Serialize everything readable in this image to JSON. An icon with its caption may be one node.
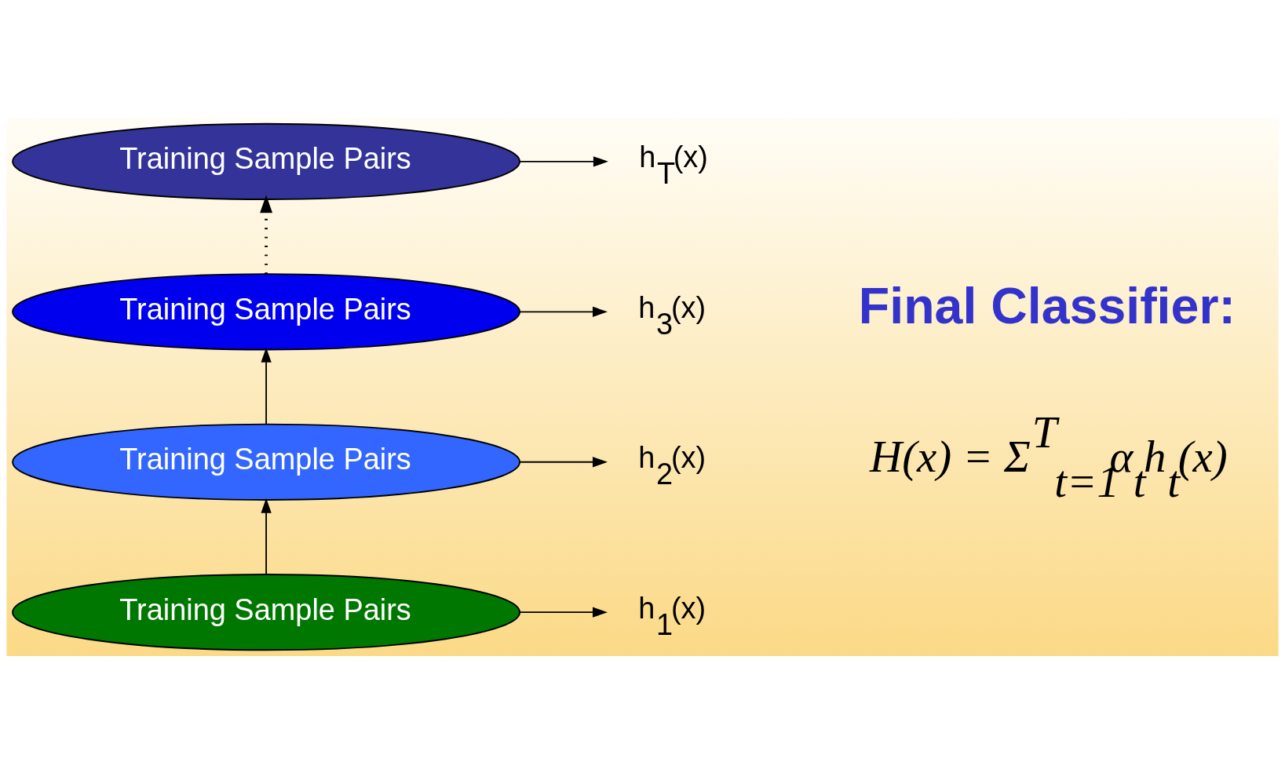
{
  "diagram": {
    "nodes": [
      {
        "text": [
          "Training Sample Pairs"
        ]
      },
      {
        "text": [
          "h$_{T}$(x)"
        ]
      },
      {
        "text": [
          "Training Sample Pairs"
        ]
      },
      {
        "text": [
          "h$_{3}$(x)"
        ]
      },
      {
        "text": [
          "Training Sample Pairs"
        ]
      },
      {
        "text": [
          "h$_{2}$(x)"
        ]
      },
      {
        "text": [
          "Training Sample Pairs"
        ]
      },
      {
        "text": [
          "h$_{1}$(x)"
        ]
      }
    ],
    "edges": [
      {
        "from": 0,
        "to": 1,
        "arrow": "to"
      },
      {
        "from": 2,
        "to": 0,
        "arrow": "to",
        "style": "dashed"
      },
      {
        "from": 2,
        "to": 3,
        "arrow": "to"
      },
      {
        "from": 4,
        "to": 2,
        "arrow": "to"
      },
      {
        "from": 4,
        "to": 5,
        "arrow": "to"
      },
      {
        "from": 6,
        "to": 4,
        "arrow": "to"
      },
      {
        "from": 6,
        "to": 7,
        "arrow": "to"
      }
    ],
    "labels": [
      "Final Classifier:",
      "H(x) = Σ$^{T}$$_{t=1}$α$_{t}$h$_{t}$(x)"
    ]
  }
}
